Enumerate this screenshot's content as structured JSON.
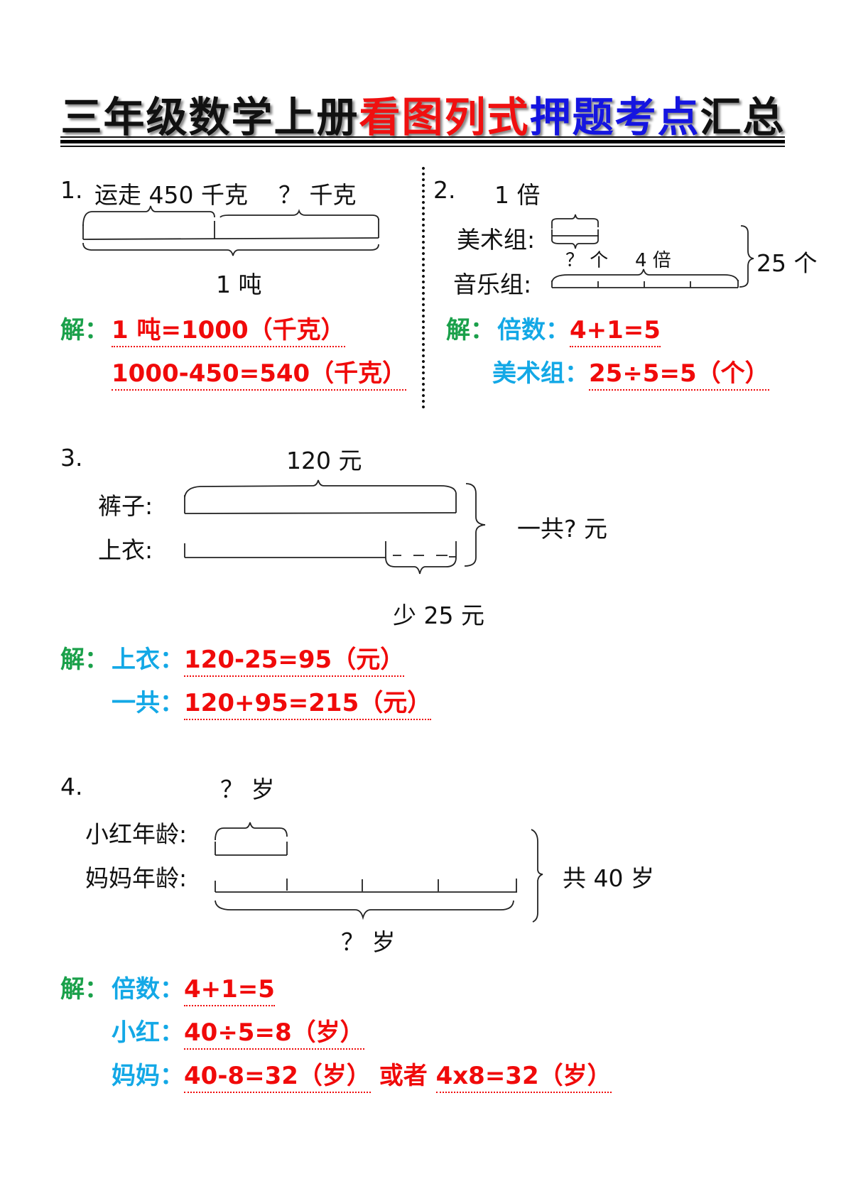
{
  "title": {
    "part1": "三年级数学上册",
    "part2": "看图列式",
    "part3": "押题考点",
    "part4": "汇总",
    "colors": {
      "part1": "#111111",
      "part2": "#f01010",
      "part3": "#1515e0",
      "part4": "#111111"
    }
  },
  "colors": {
    "solution_label": "#1aa04a",
    "step_label": "#13a8e6",
    "answer": "#f00a0a"
  },
  "problems": [
    {
      "number": "1.",
      "diagram": {
        "top_left_label": "运走 450 千克",
        "top_right_label": "？ 千克",
        "bottom_label": "1 吨"
      },
      "solution": {
        "prefix": "解：",
        "steps": [
          {
            "label": "",
            "answer": "1 吨=1000（千克）"
          },
          {
            "label": "",
            "answer": "1000-450=540（千克）"
          }
        ]
      }
    },
    {
      "number": "2.",
      "diagram": {
        "top_label": "1 倍",
        "row1_label": "美术组:",
        "row2_label": "音乐组:",
        "middle_left_label": "？ 个",
        "middle_right_label": "4 倍",
        "total_label": "25 个"
      },
      "solution": {
        "prefix": "解：",
        "steps": [
          {
            "label": "倍数：",
            "answer": "4+1=5"
          },
          {
            "label": "美术组：",
            "answer": "25÷5=5（个）"
          }
        ]
      }
    },
    {
      "number": "3.",
      "diagram": {
        "top_label": "120 元",
        "row1_label": "裤子:",
        "row2_label": "上衣:",
        "total_label": "一共? 元",
        "bottom_label": "少 25 元"
      },
      "solution": {
        "prefix": "解：",
        "steps": [
          {
            "label": "上衣：",
            "answer": "120-25=95（元）"
          },
          {
            "label": "一共：",
            "answer": "120+95=215（元）"
          }
        ]
      }
    },
    {
      "number": "4.",
      "diagram": {
        "top_label": "？ 岁",
        "row1_label": "小红年龄:",
        "row2_label": "妈妈年龄:",
        "total_label": "共 40 岁",
        "bottom_label": "？ 岁"
      },
      "solution": {
        "prefix": "解：",
        "steps": [
          {
            "label": "倍数：",
            "answer": "4+1=5"
          },
          {
            "label": "小红：",
            "answer": "40÷5=8（岁）"
          },
          {
            "label": "妈妈：",
            "answer": "40-8=32（岁）",
            "connector": "或者",
            "answer_alt": "4x8=32（岁）"
          }
        ]
      }
    }
  ]
}
